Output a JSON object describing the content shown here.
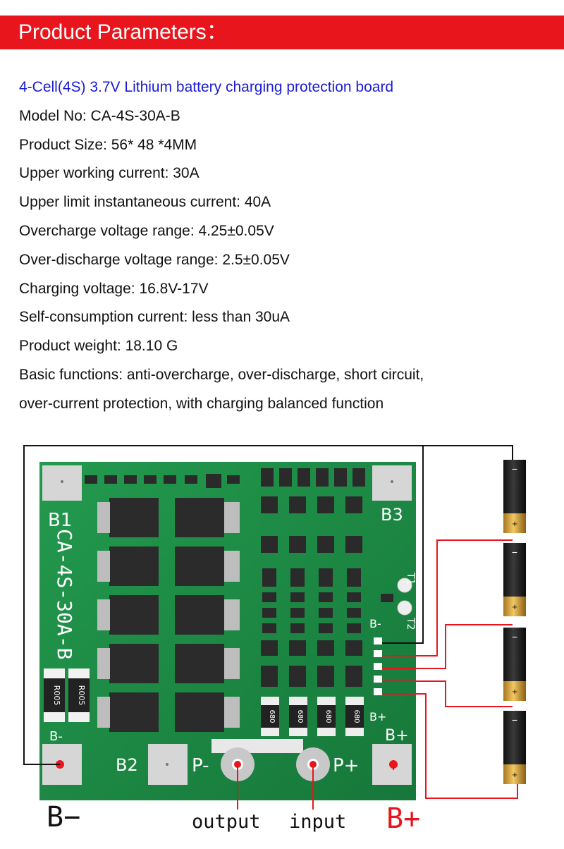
{
  "header": {
    "title": "Product Parameters：",
    "banner_color": "#e8161c"
  },
  "parameters": {
    "headline": "4-Cell(4S) 3.7V Lithium battery charging protection board",
    "lines": [
      "Model No: CA-4S-30A-B",
      "Product Size: 56* 48 *4MM",
      "Upper working current: 30A",
      "Upper limit instantaneous current: 40A",
      "Overcharge voltage range: 4.25±0.05V",
      "Over-discharge voltage range: 2.5±0.05V",
      "Charging voltage: 16.8V-17V",
      "Self-consumption current: less than 30uA",
      "Product weight: 18.10 G",
      "Basic functions: anti-overcharge, over-discharge, short circuit,",
      "over-current protection, with charging balanced function"
    ]
  },
  "board": {
    "model_print": "CA-4S-30A-B",
    "pad_labels": {
      "b1": "B1",
      "b2": "B2",
      "b3": "B3",
      "p_minus": "P-",
      "p_plus": "P+",
      "b_minus_small": "B-",
      "b_plus_small": "B+",
      "t1": "T1",
      "t2": "T2",
      "b_minus_pad": "B-",
      "b_plus_pad": "B+"
    },
    "resistor_labels": [
      "R005",
      "R005"
    ],
    "small_resistor_labels": [
      "680",
      "680",
      "680",
      "680"
    ],
    "board_color": "#1c8a45",
    "pad_color": "#d9d9d9"
  },
  "batteries": {
    "count": 4,
    "minus_sign": "−",
    "plus_sign": "+"
  },
  "bottom_labels": {
    "b_minus": "B−",
    "output": "output",
    "input": "input",
    "b_plus": "B+",
    "b_plus_color": "#e8161c"
  }
}
